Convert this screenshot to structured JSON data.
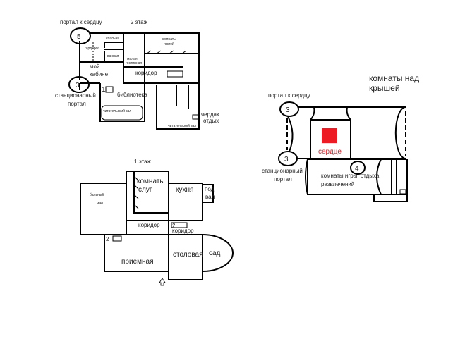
{
  "floor2": {
    "title": "2 этаж",
    "portal_heart": "портал к сердцу",
    "portal_heart_num": "5",
    "bedroom": "спальня",
    "wardrobe": "гардероб",
    "bathroom": "ванная",
    "small_living": [
      "малая",
      "гостинная"
    ],
    "guest_rooms": [
      "комнаты",
      "гостей"
    ],
    "my_office": [
      "мой",
      "кабинет"
    ],
    "corridor": "коридор",
    "stationary_portal": [
      "станционарный",
      "портал"
    ],
    "stationary_portal_num": "3",
    "library": "библиотека",
    "stairs_num": "1",
    "reading_hall_1": "читательский зал",
    "reading_hall_2": "читательский зал",
    "attic": [
      "чердак",
      "отдых"
    ]
  },
  "floor1": {
    "title": "1 этаж",
    "ballroom": [
      "бальный",
      "зал"
    ],
    "servants": [
      "комнаты",
      "слуг"
    ],
    "kitchen": "кухня",
    "basement": [
      "под",
      "вал"
    ],
    "corridor_1": "коридор",
    "corridor_2": "коридор",
    "stairs_num_1": "2",
    "stairs_num_2": "2",
    "reception": "приёмная",
    "dining": "столовая",
    "garden": "сад"
  },
  "roof": {
    "title": [
      "комнаты над",
      "крышей"
    ],
    "portal_heart": "портал к сердцу",
    "portal_heart_num": "3",
    "heart": "сердце",
    "heart_color": "#ed1c24",
    "stationary_portal": [
      "станционарный",
      "портал"
    ],
    "stationary_portal_num": "3",
    "game_rooms": [
      "комнаты игры, отдыха,",
      "развлечений"
    ],
    "stairs_num": "4"
  }
}
